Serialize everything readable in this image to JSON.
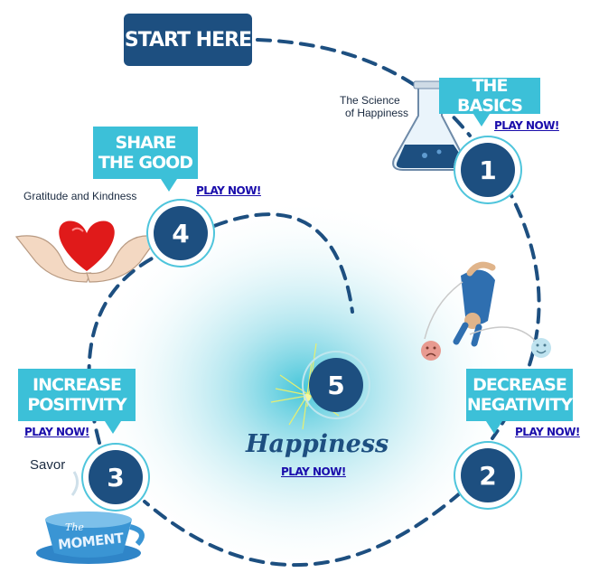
{
  "start": {
    "label": "START HERE"
  },
  "steps": {
    "basics": {
      "title": "THE BASICS",
      "caption_l1": "The Science",
      "caption_l2": "of Happiness",
      "number": "1",
      "play": "PLAY NOW!"
    },
    "decrease": {
      "title_l1": "DECREASE",
      "title_l2": "NEGATIVITY",
      "number": "2",
      "play": "PLAY NOW!"
    },
    "increase": {
      "title_l1": "INCREASE",
      "title_l2": "POSITIVITY",
      "caption": "Savor",
      "number": "3",
      "play": "PLAY NOW!"
    },
    "share": {
      "title_l1": "SHARE",
      "title_l2": "THE GOOD",
      "caption": "Gratitude and Kindness",
      "number": "4",
      "play": "PLAY NOW!"
    },
    "happiness": {
      "title": "Happiness",
      "number": "5",
      "play": "PLAY NOW!"
    }
  },
  "cup_text": {
    "l1": "The",
    "l2": "MOMENT"
  },
  "colors": {
    "navy": "#1d4f80",
    "cyan": "#3cc0d8",
    "link": "#1a0dab"
  },
  "icons": [
    "flask-icon",
    "diver-icon",
    "frown-face-icon",
    "smile-face-icon",
    "heart-hands-icon",
    "teacup-icon",
    "sparkle-icon"
  ]
}
